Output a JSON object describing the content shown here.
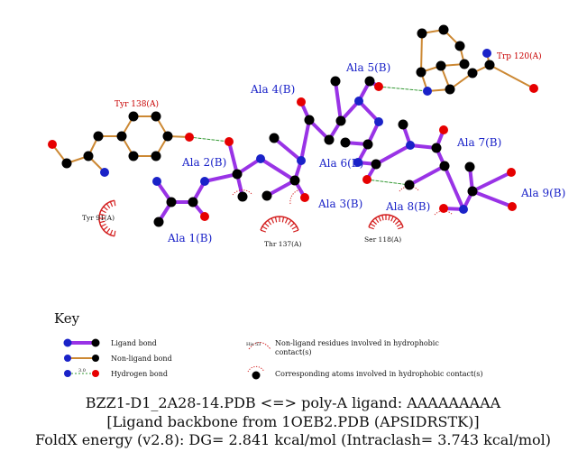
{
  "residues": {
    "ligand": [
      "Ala 1(B)",
      "Ala 2(B)",
      "Ala 3(B)",
      "Ala 4(B)",
      "Ala 5(B)",
      "Ala 6(B)",
      "Ala 7(B)",
      "Ala 8(B)",
      "Ala 9(B)"
    ],
    "hbond_partners": [
      "Tyr 138(A)",
      "Trp 120(A)"
    ],
    "hydrophobic": [
      "Tyr 91(A)",
      "Thr 137(A)",
      "Ser 118(A)"
    ]
  },
  "key": {
    "title": "Key",
    "items": [
      "Ligand bond",
      "Non-ligand bond",
      "Hydrogen bond"
    ],
    "hydro_residue_label": "Non-ligand residues involved in hydrophobic",
    "hydro_residue_label_2": "contact(s)",
    "hydro_residue_example": "His 53",
    "hydro_atom_label": "Corresponding atoms involved in hydrophobic contact(s)",
    "hbond_distance": "3.0"
  },
  "caption": {
    "line1": "BZZ1-D1_2A28-14.PDB <=> poly-A ligand: AAAAAAAAA",
    "line2": "[Ligand backbone from 1OEB2.PDB (APSIDRSTK)]",
    "line3": "FoldX energy (v2.8): DG= 2.841 kcal/mol (Intraclash= 3.743 kcal/mol)"
  },
  "colors": {
    "ligand_bond": "#9933e6",
    "non_ligand_bond": "#cc8833",
    "hbond": "#339933",
    "carbon": "#000000",
    "nitrogen": "#1a22c8",
    "oxygen": "#e60000",
    "hydrophobic_arc": "#d42020"
  }
}
